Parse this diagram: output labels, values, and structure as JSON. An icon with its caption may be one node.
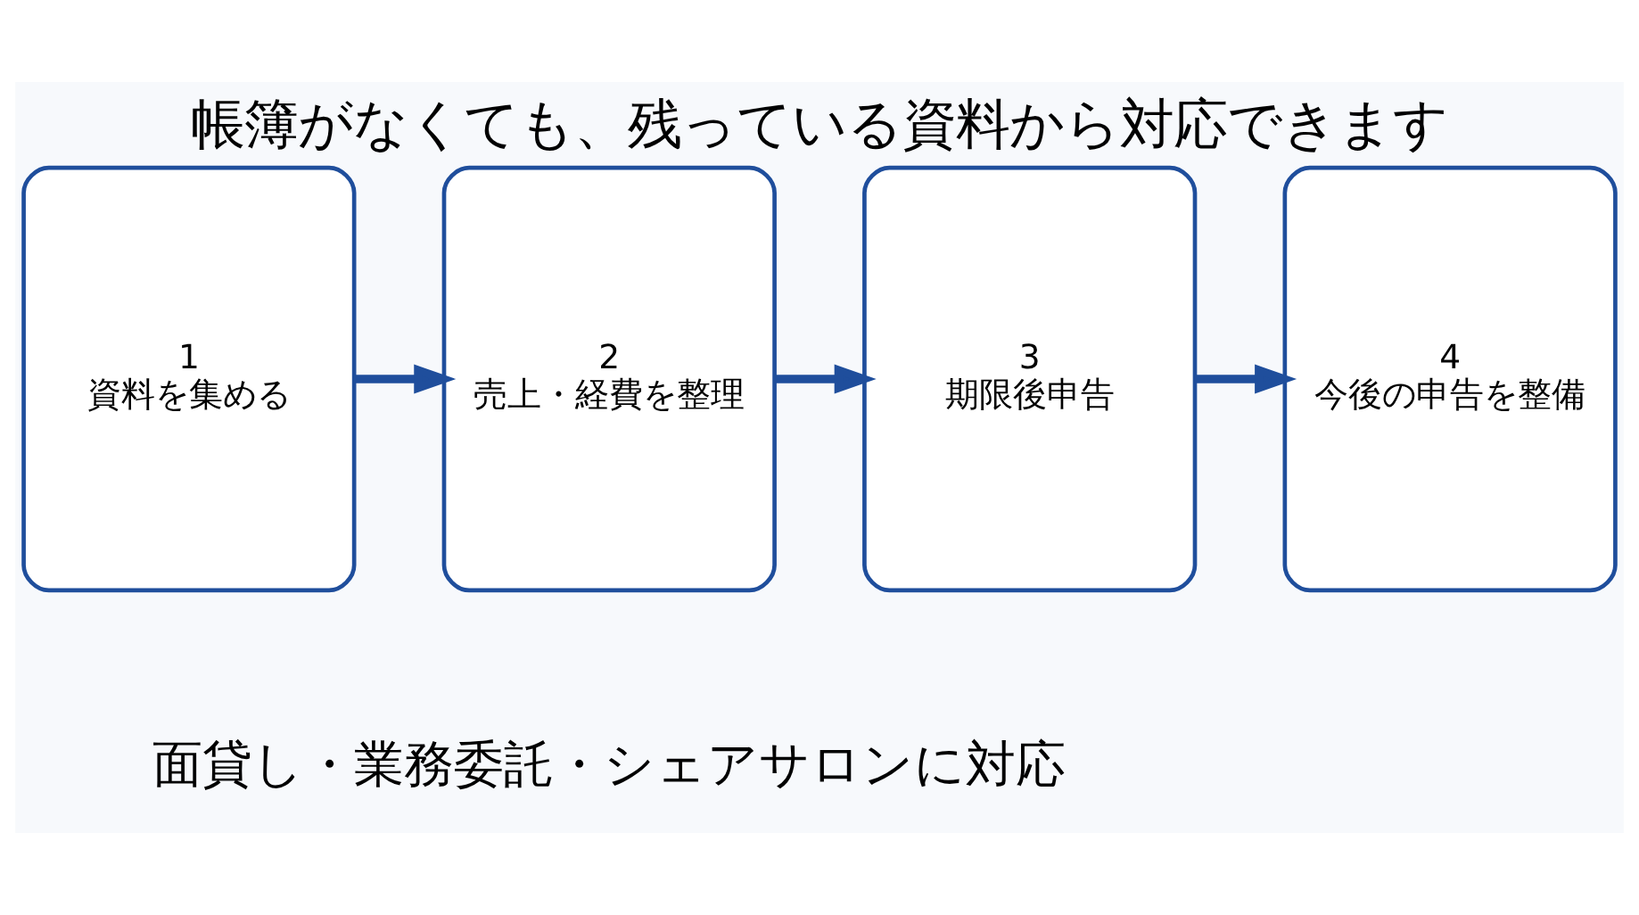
{
  "diagram": {
    "title": "帳簿がなくても、残っている資料から対応できます",
    "caption": "面貸し・業務委託・シェアサロンに対応",
    "nodes": [
      {
        "text": [
          "1",
          "資料を集める"
        ]
      },
      {
        "text": [
          "2",
          "売上・経費を整理"
        ]
      },
      {
        "text": [
          "3",
          "期限後申告"
        ]
      },
      {
        "text": [
          "4",
          "今後の申告を整備"
        ]
      }
    ],
    "edges": [
      {
        "from": 0,
        "to": 1,
        "arrow": "to"
      },
      {
        "from": 1,
        "to": 2,
        "arrow": "to"
      },
      {
        "from": 2,
        "to": 3,
        "arrow": "to"
      }
    ]
  }
}
